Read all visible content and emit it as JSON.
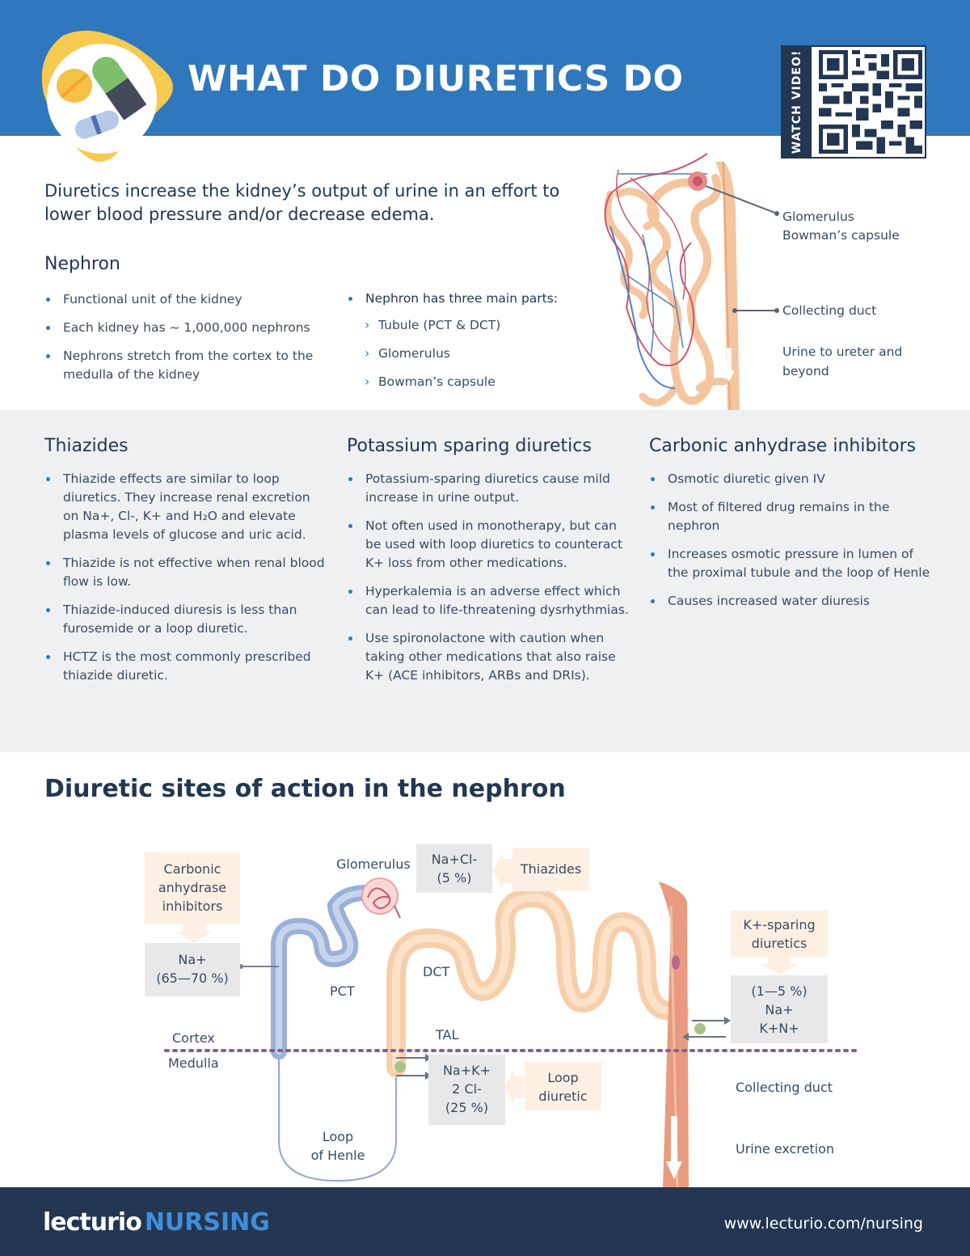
{
  "header": {
    "title": "WHAT DO DIURETICS DO",
    "qr_label": "WATCH VIDEO!"
  },
  "intro": "Diuretics increase the kidney’s output of urine in an effort to lower blood pressure and/or decrease edema.",
  "nephron": {
    "heading": "Nephron",
    "left_items": [
      "Functional unit of the kidney",
      "Each kidney has ~ 1,000,000 nephrons",
      "Nephrons stretch from the cortex to the medulla of the kidney"
    ],
    "parts_intro": "Nephron has three main parts:",
    "parts": [
      "Tubule (PCT & DCT)",
      "Glomerulus",
      "Bowman’s capsule"
    ]
  },
  "nephron_labels": {
    "glomerulus": "Glomerulus",
    "bowman": "Bowman’s capsule",
    "collecting": "Collecting duct",
    "urine_1": "Urine to ureter and",
    "urine_2": "beyond"
  },
  "thiazides": {
    "heading": "Thiazides",
    "items": [
      "Thiazide effects are similar to loop diuretics. They increase renal excretion on Na+, Cl-, K+ and H₂O and elevate plasma levels of glucose and uric acid.",
      "Thiazide is not effective when renal blood flow is low.",
      "Thiazide-induced diuresis is less than furosemide or a loop diuretic.",
      "HCTZ is the most commonly prescribed thiazide diuretic."
    ]
  },
  "potassium": {
    "heading": "Potassium sparing diuretics",
    "items": [
      "Potassium-sparing diuretics cause mild increase in urine output.",
      "Not often used in monotherapy, but can be used with loop diuretics to counteract K+ loss from other medications.",
      "Hyperkalemia is an adverse effect which can lead to life-threatening dysrhythmias.",
      "Use spironolactone with caution when taking other medications that also raise K+ (ACE inhibitors, ARBs and DRIs)."
    ]
  },
  "carbonic": {
    "heading": "Carbonic anhydrase inhibitors",
    "items": [
      "Osmotic diuretic given IV",
      "Most of filtered drug remains in the nephron",
      "Increases osmotic pressure in lumen of the proximal tubule and the loop of Henle",
      "Causes increased water diuresis"
    ]
  },
  "sites": {
    "heading": "Diuretic sites of action in the nephron",
    "carbonic_tag": [
      "Carbonic",
      "anhydrase",
      "inhibitors"
    ],
    "na_tag": [
      "Na+",
      "(65—70 %)"
    ],
    "glomerulus": "Glomerulus",
    "nacl_tag": [
      "Na+Cl-",
      "(5 %)"
    ],
    "thiazides_tag": "Thiazides",
    "ksparing_tag": [
      "K+-sparing",
      "diuretics"
    ],
    "k_tag": [
      "(1—5 %)",
      "Na+",
      "K+N+"
    ],
    "pct": "PCT",
    "dct": "DCT",
    "tal": "TAL",
    "cortex": "Cortex",
    "medulla": "Medulla",
    "nak_tag": [
      "Na+K+",
      "2 Cl-",
      "(25 %)"
    ],
    "loop_tag": [
      "Loop",
      "diuretic"
    ],
    "loop_henle": [
      "Loop",
      "of Henle"
    ],
    "collecting": "Collecting duct",
    "urine": "Urine excretion"
  },
  "footer": {
    "brand": "lecturio",
    "brand_suffix": "NURSING",
    "url": "www.lecturio.com/nursing"
  },
  "colors": {
    "blue": "#2f78bd",
    "navy": "#233652",
    "tubule": "#f4c59e",
    "duct": "#e89b7e",
    "vessel_red": "#c9566c",
    "vessel_blue": "#4f7fbf"
  }
}
